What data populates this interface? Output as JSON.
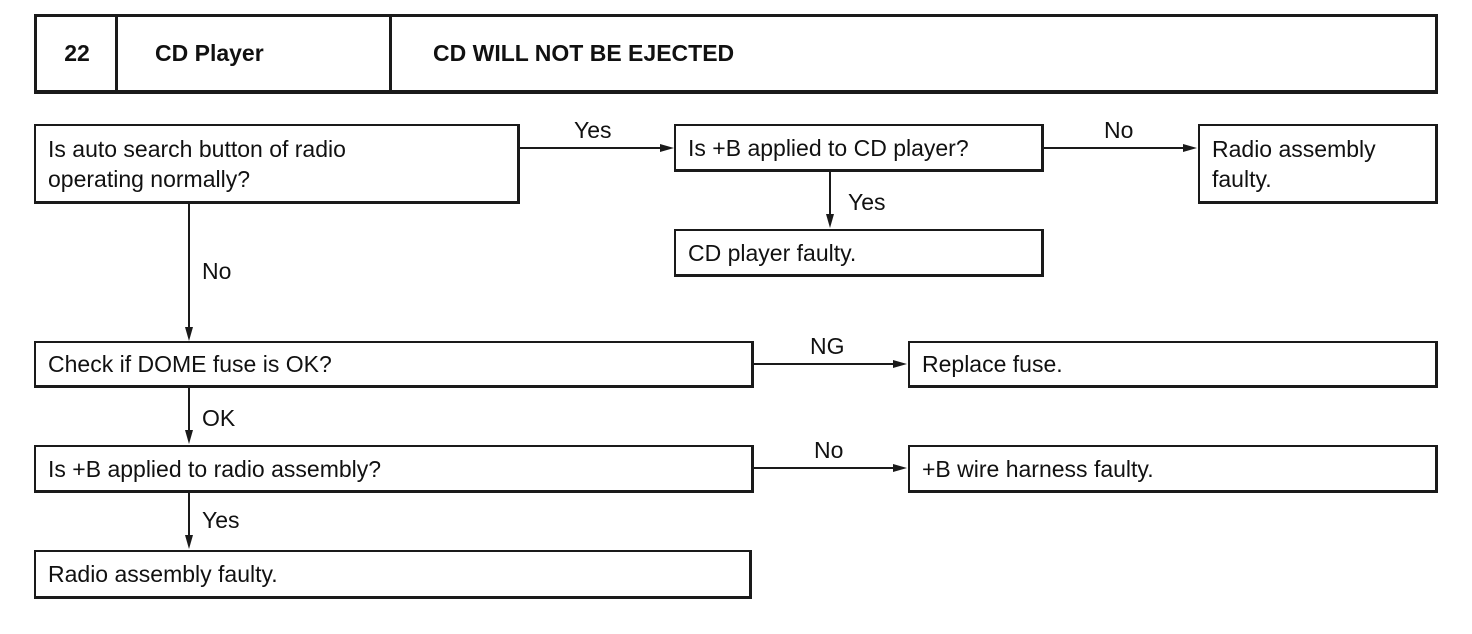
{
  "header": {
    "number": "22",
    "category": "CD Player",
    "title": "CD WILL NOT BE EJECTED"
  },
  "nodes": {
    "auto_search": "Is auto search button of radio\noperating normally?",
    "b_cd_player": "Is +B applied to CD player?",
    "radio_faulty_top": "Radio assembly\nfaulty.",
    "cd_player_faulty": "CD player faulty.",
    "dome_fuse": "Check if DOME fuse is OK?",
    "replace_fuse": "Replace fuse.",
    "b_radio": "Is +B applied to radio assembly?",
    "b_harness": "+B wire harness faulty.",
    "radio_faulty_bottom": "Radio assembly faulty."
  },
  "edges": {
    "auto_search_yes": "Yes",
    "auto_search_no": "No",
    "b_cd_player_no": "No",
    "b_cd_player_yes": "Yes",
    "dome_fuse_ng": "NG",
    "dome_fuse_ok": "OK",
    "b_radio_no": "No",
    "b_radio_yes": "Yes"
  }
}
